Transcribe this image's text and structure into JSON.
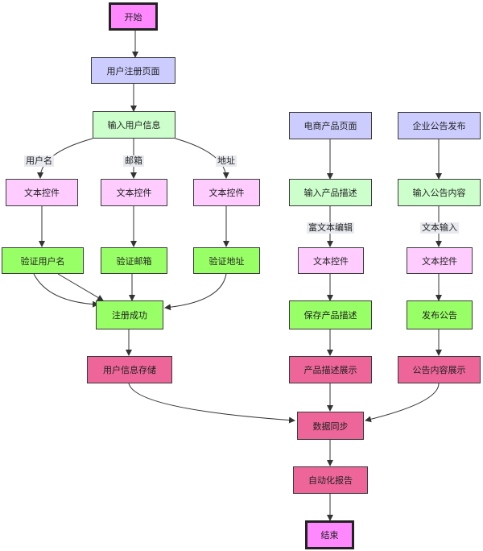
{
  "colors": {
    "start_end": "#ff88ff",
    "page_blue": "#ccccff",
    "input_green": "#ccffcc",
    "widget_pink": "#ffccff",
    "green_bright": "#99ff66",
    "red_pink": "#ee6699",
    "edge": "#333333"
  },
  "nodes": {
    "start": "开始",
    "register_page": "用户注册页面",
    "input_user_info": "输入用户信息",
    "text_widget_1": "文本控件",
    "text_widget_2": "文本控件",
    "text_widget_3": "文本控件",
    "verify_username": "验证用户名",
    "verify_email": "验证邮箱",
    "verify_address": "验证地址",
    "register_success": "注册成功",
    "user_info_storage": "用户信息存储",
    "ecommerce_page": "电商产品页面",
    "input_product_desc": "输入产品描述",
    "text_widget_4": "文本控件",
    "save_product_desc": "保存产品描述",
    "product_desc_display": "产品描述展示",
    "announcement_publish": "企业公告发布",
    "input_announcement": "输入公告内容",
    "text_widget_5": "文本控件",
    "publish_announcement": "发布公告",
    "announcement_display": "公告内容展示",
    "data_sync": "数据同步",
    "auto_report": "自动化报告",
    "end": "结束"
  },
  "edge_labels": {
    "username": "用户名",
    "email": "邮箱",
    "address": "地址",
    "rich_text_edit": "富文本编辑",
    "text_input": "文本输入"
  }
}
